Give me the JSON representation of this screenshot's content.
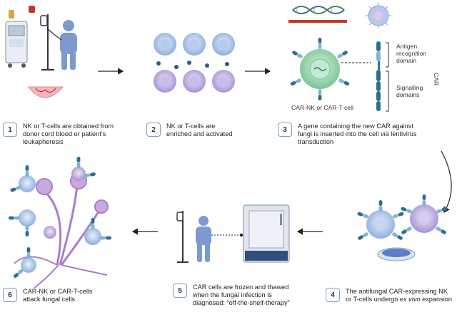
{
  "steps": [
    {
      "number": "1",
      "text": "NK or T-cells are obtained from donor cord blood or patient's leukapheresis"
    },
    {
      "number": "2",
      "text": "NK or T-cells are enriched and activated"
    },
    {
      "number": "3",
      "text_pre": "A gene containing the new CAR against fungi is inserted into the cell ",
      "text_em": "via",
      "text_post": " lentivirus transduction"
    },
    {
      "number": "4",
      "text_pre": "The antifungal CAR-expressing NK or T-cells undergo ",
      "text_em": "ex vivo",
      "text_post": " expansion"
    },
    {
      "number": "5",
      "text": "CAR cells are frozen and thawed when the fungal infection is diagnosed: “off-the-shelf-therapy”"
    },
    {
      "number": "6",
      "text": "CAR-NK or CAR-T-cells attack fungal cells"
    }
  ],
  "labels": {
    "cell": "CAR-NK or CAR-T-cell",
    "antigen_domain": "Antigen recognition domain",
    "signalling_domains": "Signalling domains",
    "car": "CAR"
  },
  "colors": {
    "arrow": "#222222",
    "cell_blue": "#9bb3de",
    "cell_purple": "#a995d4",
    "car_teal": "#2e6f8f",
    "nucleus_green": "#8ccfa2",
    "fungus_purple": "#a77fc8"
  }
}
